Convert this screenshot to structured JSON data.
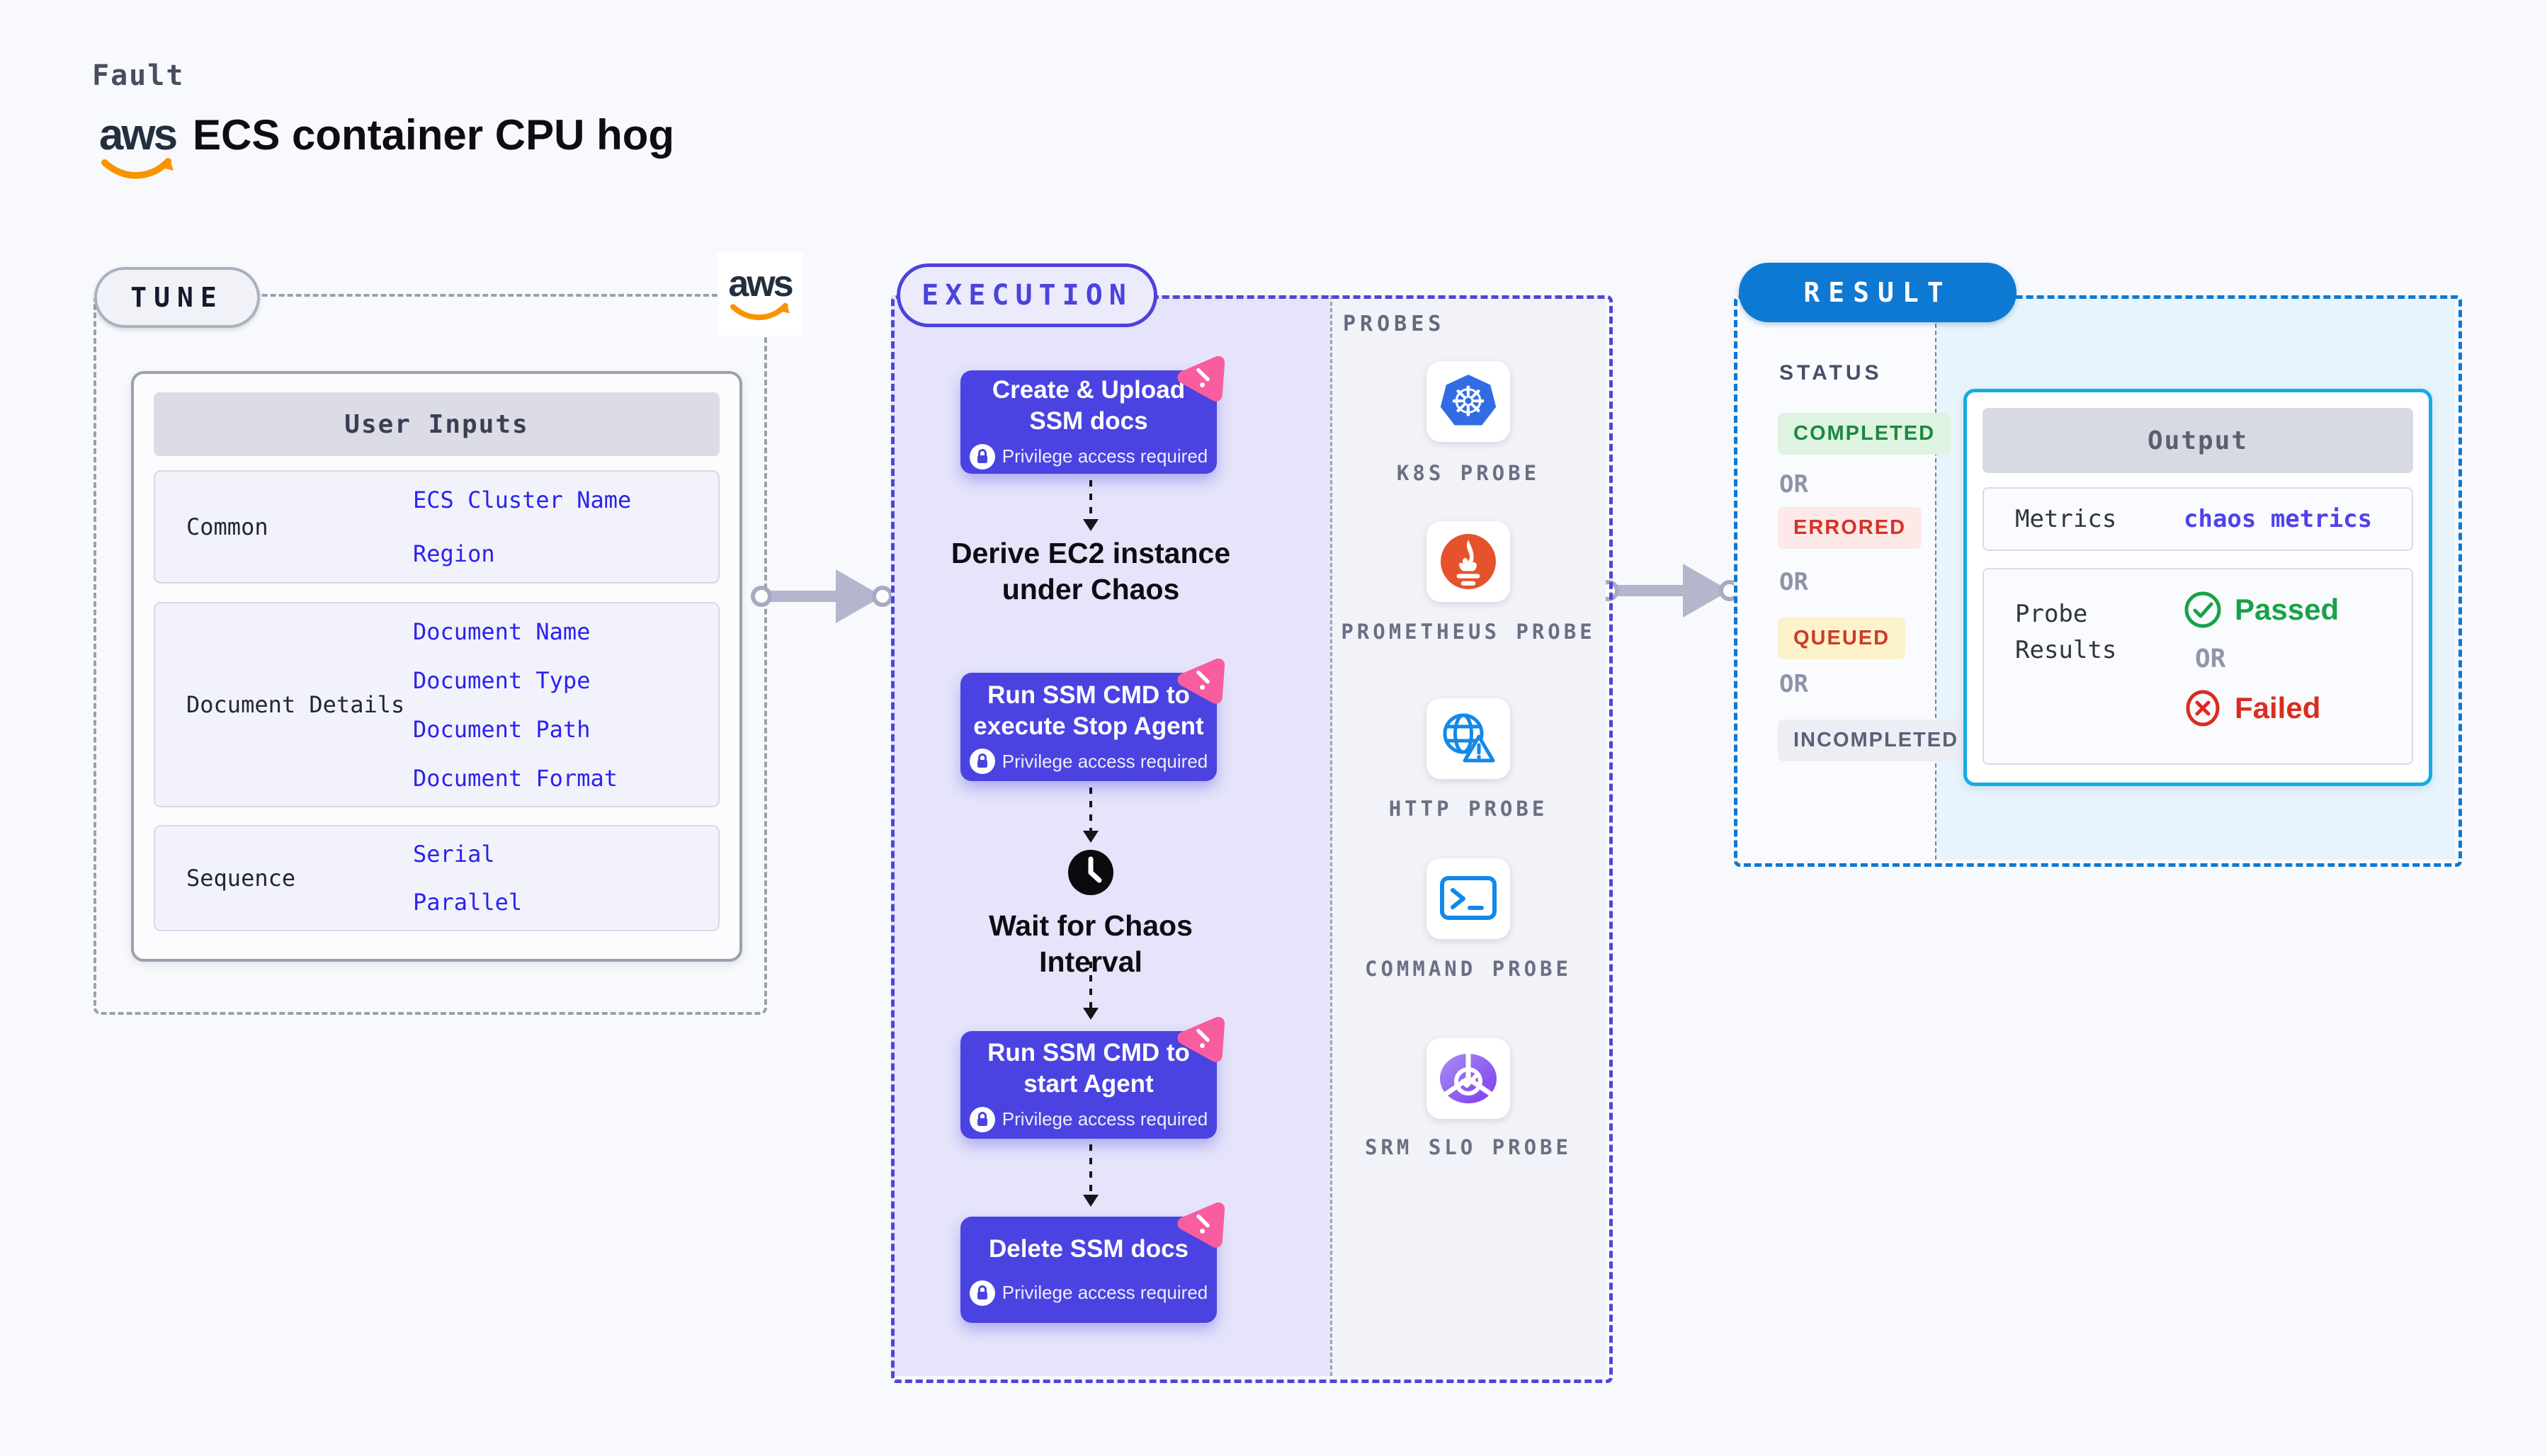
{
  "page": {
    "kind_label": "Fault",
    "title": "ECS container CPU hog",
    "aws_logo_text": "aws"
  },
  "tune": {
    "label": "TUNE",
    "table": {
      "header": "User Inputs",
      "rows": [
        {
          "label": "Common",
          "values": [
            "ECS Cluster Name",
            "Region"
          ]
        },
        {
          "label": "Document Details",
          "values": [
            "Document Name",
            "Document Type",
            "Document Path",
            "Document Format"
          ]
        },
        {
          "label": "Sequence",
          "values": [
            "Serial",
            "Parallel"
          ]
        }
      ]
    }
  },
  "execution": {
    "label": "EXECUTION",
    "nodes": [
      {
        "title": "Create & Upload SSM docs",
        "badge": "Privilege access required"
      },
      {
        "title": "Run SSM CMD to execute Stop Agent",
        "badge": "Privilege access required"
      },
      {
        "title": "Run SSM CMD to start Agent",
        "badge": "Privilege access required"
      },
      {
        "title": "Delete SSM docs",
        "badge": "Privilege access required"
      }
    ],
    "flow_texts": [
      {
        "text": "Derive EC2 instance under Chaos"
      },
      {
        "text": "Wait for Chaos Interval"
      }
    ],
    "probes": {
      "label": "PROBES",
      "items": [
        {
          "name": "K8S PROBE",
          "icon": "kubernetes-icon"
        },
        {
          "name": "PROMETHEUS PROBE",
          "icon": "prometheus-icon"
        },
        {
          "name": "HTTP PROBE",
          "icon": "http-globe-icon"
        },
        {
          "name": "COMMAND PROBE",
          "icon": "terminal-icon"
        },
        {
          "name": "SRM SLO PROBE",
          "icon": "slo-gauge-icon"
        }
      ]
    }
  },
  "result": {
    "label": "RESULT",
    "status": {
      "label": "STATUS",
      "or": "OR",
      "badges": [
        "COMPLETED",
        "ERRORED",
        "QUEUED",
        "INCOMPLETED"
      ]
    },
    "output": {
      "header": "Output",
      "metrics_label": "Metrics",
      "metrics_value": "chaos metrics",
      "probe_label": "Probe Results",
      "passed": "Passed",
      "or": "OR",
      "failed": "Failed"
    }
  },
  "colors": {
    "canvas_bg": "#F8F9FD",
    "node_indigo": "#4A43E1",
    "execution_border": "#4E46D8",
    "execution_bg": "#E5E4FA",
    "result_blue": "#0E79D2",
    "output_border": "#15ACE2",
    "output_bg": "#E7F4FC",
    "value_blue": "#2B22EF",
    "pink_step": "#F85E9F",
    "completed_green": "#1A8A3C",
    "errored_red": "#D63227",
    "queued_amber_bg": "#FCF2CB",
    "passed_green": "#17A349",
    "failed_red": "#DA2C20",
    "aws_orange": "#F79400",
    "k8s_blue": "#326CE5",
    "prometheus_orange": "#E6522C"
  }
}
